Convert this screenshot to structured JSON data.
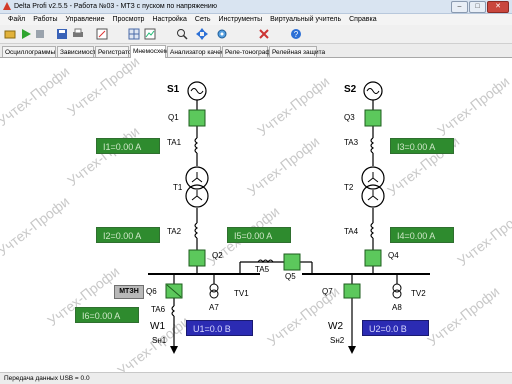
{
  "window": {
    "title": "Delta Profi v2.5.5 - Работа №03 - МТЗ с пуском по напряжению",
    "min": "–",
    "max": "□",
    "close": "✕"
  },
  "menu": [
    "Файл",
    "Работы",
    "Управление",
    "Просмотр",
    "Настройка",
    "Сеть",
    "Инструменты",
    "Виртуальный учитель",
    "Справка"
  ],
  "toolbar_icons": [
    "open-icon",
    "play-icon",
    "stop-icon",
    "save-icon",
    "print-icon",
    "scale-icon",
    "grid-icon",
    "chart-icon",
    "zoom-icon",
    "move-icon",
    "settings-icon",
    "clear-icon",
    "help-icon"
  ],
  "tabs": [
    {
      "label": "Осциллограммы",
      "active": false
    },
    {
      "label": "Зависимости",
      "active": false
    },
    {
      "label": "Регистратор",
      "active": false
    },
    {
      "label": "Мнемосхемы",
      "active": true
    },
    {
      "label": "Анализатор качества",
      "active": false
    },
    {
      "label": "Реле-тонограф",
      "active": false
    },
    {
      "label": "Релейная защита",
      "active": false
    }
  ],
  "watermark": "Учтех-Профи",
  "sources": {
    "s1": "S1",
    "s2": "S2"
  },
  "breakers": {
    "q1": "Q1",
    "q2": "Q2",
    "q3": "Q3",
    "q4": "Q4",
    "q5": "Q5",
    "q6": "Q6",
    "q7": "Q7"
  },
  "current_transformers": {
    "ta1": "TA1",
    "ta2": "TA2",
    "ta3": "TA3",
    "ta4": "TA4",
    "ta5": "TA5",
    "ta6": "TA6"
  },
  "transformers": {
    "t1": "T1",
    "t2": "T2"
  },
  "voltage_transformers": {
    "tv1": "TV1",
    "tv2": "TV2"
  },
  "ammeters": {
    "a7": "A7",
    "a8": "A8"
  },
  "lines": {
    "w1": "W1",
    "w2": "W2",
    "sh1": "Sн1",
    "sh2": "Sн2"
  },
  "protection": {
    "mtzn": "МТЗН"
  },
  "meters": {
    "i1": "I1=0.00 A",
    "i2": "I2=0.00 A",
    "i3": "I3=0.00 A",
    "i4": "I4=0.00 A",
    "i5": "I5=0.00 A",
    "i6": "I6=0.00 A",
    "u1": "U1=0.0 B",
    "u2": "U2=0.0 B"
  },
  "status": "Передача данных USB = 0.0",
  "colors": {
    "breaker": "#5cc85c",
    "meter_green": "#2e8b2e",
    "meter_blue": "#2b2bb3"
  }
}
